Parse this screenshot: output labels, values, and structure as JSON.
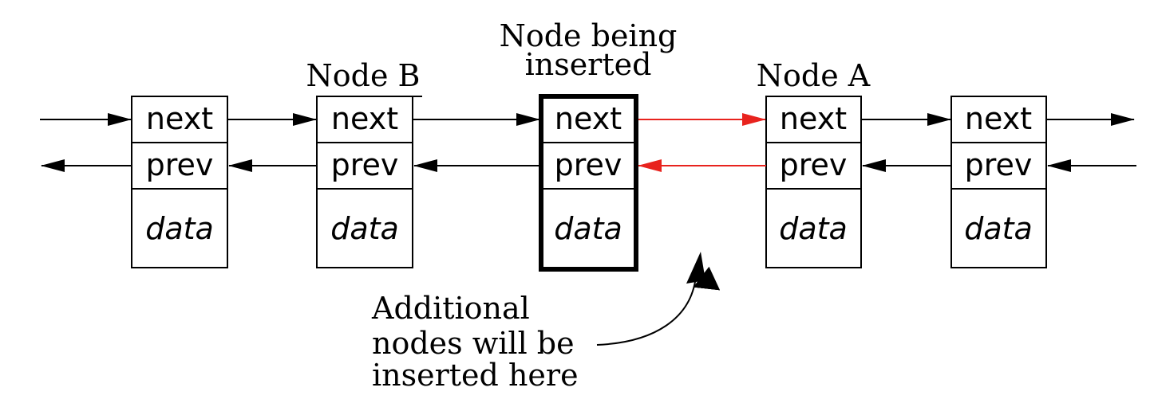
{
  "labels": {
    "node_b": "Node B",
    "node_inserted_line1": "Node being",
    "node_inserted_line2": "inserted",
    "node_a": "Node A",
    "annotation_line1": "Additional",
    "annotation_line2": "nodes will be",
    "annotation_line3": "inserted here"
  },
  "fields": {
    "next": "next",
    "prev": "prev",
    "data": "data"
  },
  "colors": {
    "new_link": "#e8231e",
    "link": "#000000"
  }
}
